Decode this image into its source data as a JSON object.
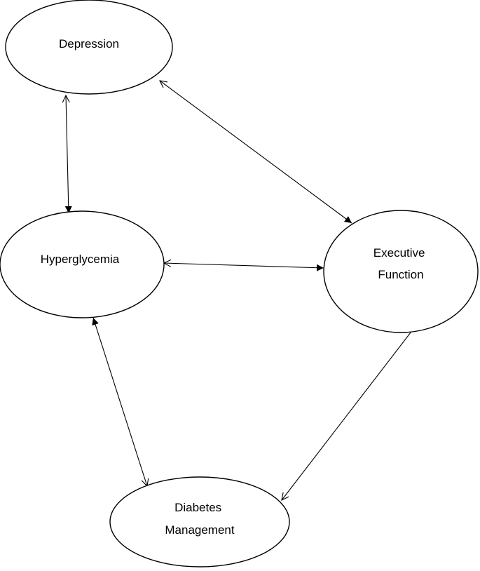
{
  "nodes": {
    "depression": {
      "lines": [
        "Depression"
      ]
    },
    "hyperglycemia": {
      "lines": [
        "Hyperglycemia"
      ]
    },
    "executive_function": {
      "lines": [
        "Executive",
        "Function"
      ]
    },
    "diabetes_management": {
      "lines": [
        "Diabetes",
        "Management"
      ]
    }
  },
  "edges": [
    {
      "from": "depression",
      "to": "hyperglycemia",
      "direction": "both"
    },
    {
      "from": "depression",
      "to": "executive_function",
      "direction": "both"
    },
    {
      "from": "hyperglycemia",
      "to": "executive_function",
      "direction": "both"
    },
    {
      "from": "hyperglycemia",
      "to": "diabetes_management",
      "direction": "both"
    },
    {
      "from": "executive_function",
      "to": "diabetes_management",
      "direction": "forward"
    }
  ],
  "colors": {
    "stroke": "#000000",
    "background": "#ffffff"
  }
}
